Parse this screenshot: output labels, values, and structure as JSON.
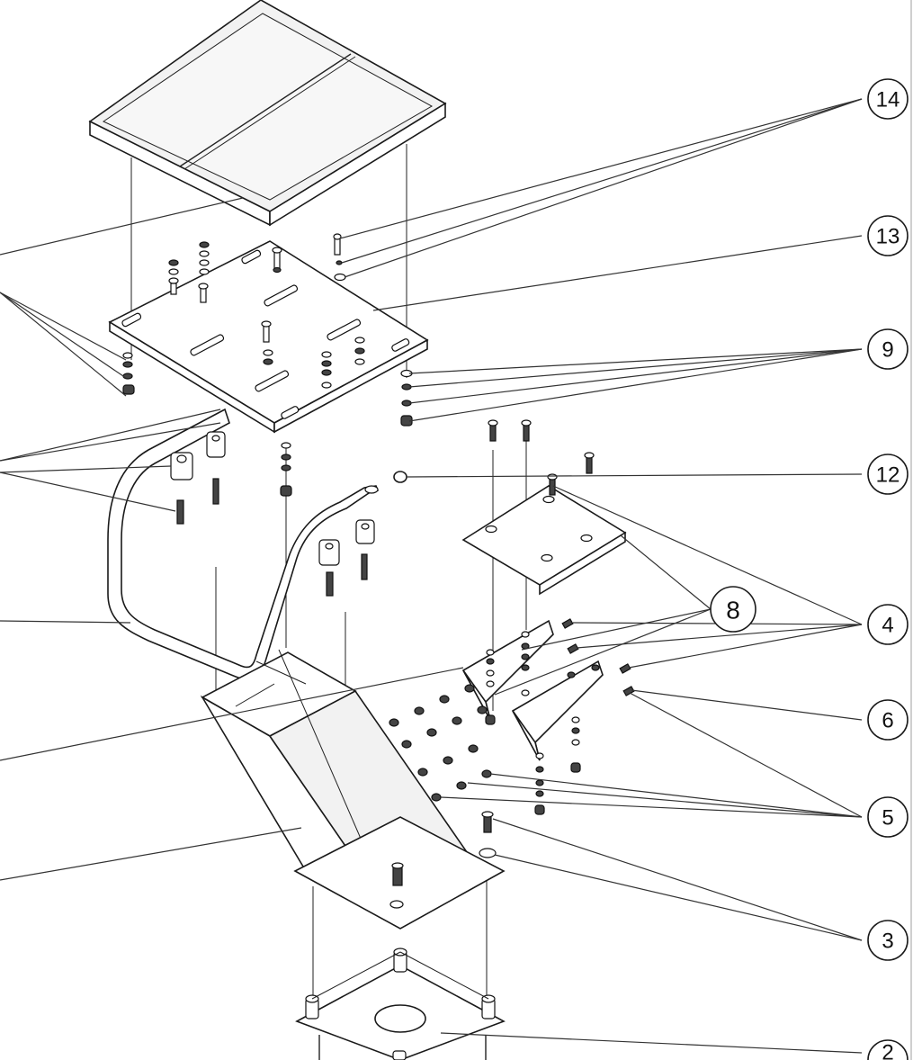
{
  "callouts": [
    {
      "id": "c14",
      "label": "14"
    },
    {
      "id": "c13",
      "label": "13"
    },
    {
      "id": "c9",
      "label": "9"
    },
    {
      "id": "c12",
      "label": "12"
    },
    {
      "id": "c8",
      "label": "8"
    },
    {
      "id": "c4",
      "label": "4"
    },
    {
      "id": "c6",
      "label": "6"
    },
    {
      "id": "c5",
      "label": "5"
    },
    {
      "id": "c3",
      "label": "3"
    },
    {
      "id": "c2",
      "label": "2"
    }
  ]
}
